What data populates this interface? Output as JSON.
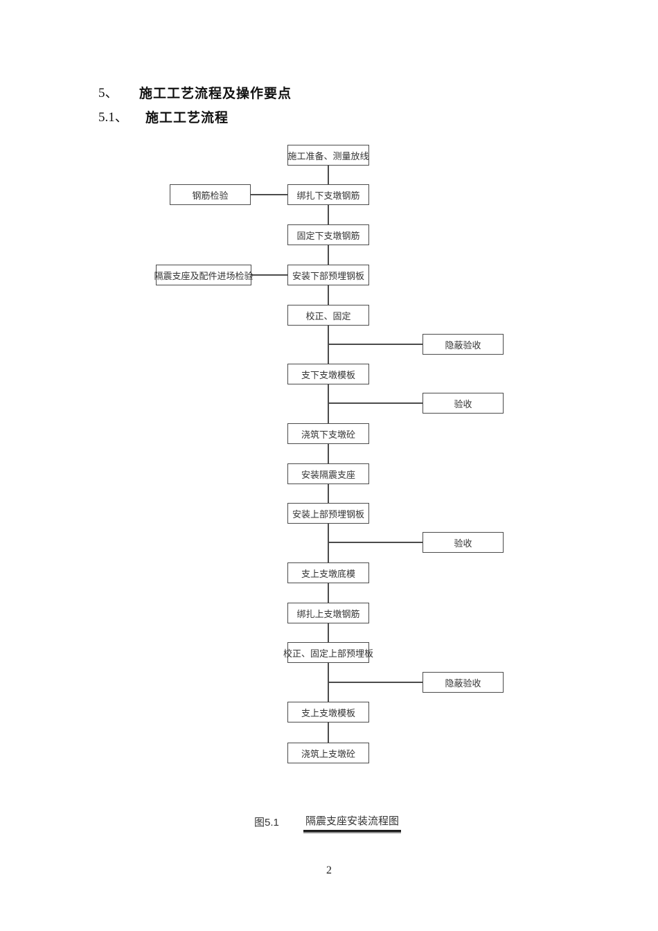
{
  "document": {
    "section_heading": {
      "number": "5、",
      "title": "施工工艺流程及操作要点"
    },
    "subsection_heading": {
      "number": "5.1、",
      "title": "施工工艺流程"
    },
    "figure_caption": {
      "label": "图5.1",
      "title": "隔震支座安装流程图"
    },
    "page_number": "2"
  },
  "flowchart": {
    "main_steps": [
      "施工准备、测量放线",
      "绑扎下支墩钢筋",
      "固定下支墩钢筋",
      "安装下部预埋钢板",
      "校正、固定",
      "支下支墩模板",
      "浇筑下支墩砼",
      "安装隔震支座",
      "安装上部预埋钢板",
      "支上支墩底模",
      "绑扎上支墩钢筋",
      "校正、固定上部预埋板",
      "支上支墩模板",
      "浇筑上支墩砼"
    ],
    "left_checks": [
      "钢筋检验",
      "隔震支座及配件进场检验"
    ],
    "right_checks": [
      "隐蔽验收",
      "验收",
      "验收",
      "隐蔽验收"
    ],
    "colors": {
      "line": "#4a4a4a",
      "box_border": "#4a4a4a",
      "box_text": "#333333"
    }
  }
}
